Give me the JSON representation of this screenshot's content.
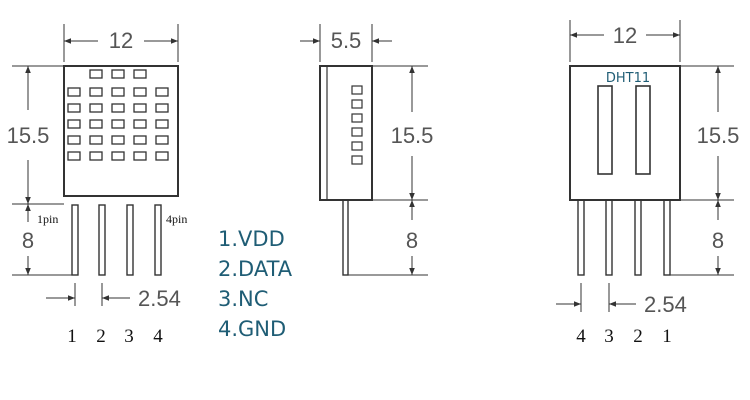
{
  "views": {
    "front": {
      "width_label": "12",
      "body_height_label": "15.5",
      "pin_length_label": "8",
      "pitch_label": "2.54",
      "first_pin_label": "1pin",
      "last_pin_label": "4pin",
      "pin_numbers": [
        "1",
        "2",
        "3",
        "4"
      ]
    },
    "side": {
      "width_label": "5.5",
      "body_height_label": "15.5",
      "pin_length_label": "8"
    },
    "back": {
      "model_label": "DHT11",
      "width_label": "12",
      "body_height_label": "15.5",
      "pin_length_label": "8",
      "pitch_label": "2.54",
      "pin_numbers": [
        "4",
        "3",
        "2",
        "1"
      ]
    }
  },
  "legend": {
    "items": [
      "1.VDD",
      "2.DATA",
      "3.NC",
      "4.GND"
    ]
  },
  "colors": {
    "line": "#333333",
    "dimension_text": "#555555",
    "legend_text": "#1f5d75"
  }
}
